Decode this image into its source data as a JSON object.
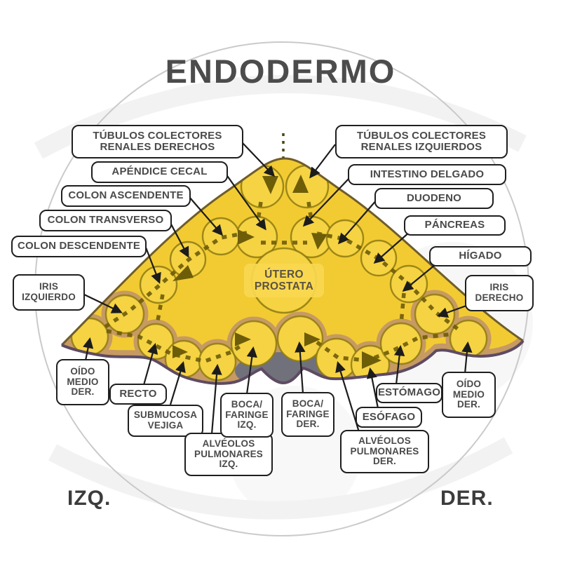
{
  "title": "ENDODERMO",
  "center": {
    "label": "ÚTERO\nPROSTATA"
  },
  "footer": {
    "left": "IZQ.",
    "right": "DER."
  },
  "labels": {
    "tubulos_derechos": "TÚBULOS COLECTORES\nRENALES DERECHOS",
    "apendice_cecal": "APÉNDICE CECAL",
    "colon_ascendente": "COLON ASCENDENTE",
    "colon_transverso": "COLON TRANSVERSO",
    "colon_descendente": "COLON DESCENDENTE",
    "iris_izquierdo": "IRIS\nIZQUIERDO",
    "oido_medio_left": "OÍDO\nMEDIO\nDER.",
    "recto": "RECTO",
    "submucosa_vejiga": "SUBMUCOSA\nVEJIGA",
    "alveolos_pulmonares_izq": "ALVÉOLOS\nPULMONARES\nIZQ.",
    "boca_faringe_izq": "BOCA/\nFARINGE\nIZQ.",
    "boca_faringe_der": "BOCA/\nFARINGE\nDER.",
    "alveolos_pulmonares_der": "ALVÉOLOS\nPULMONARES\nDER.",
    "esofago": "ESÓFAGO",
    "estomago": "ESTÓMAGO",
    "oido_medio_right": "OÍDO\nMEDIO\nDER.",
    "tubulos_izquierdos": "TÚBULOS COLECTORES\nRENALES IZQUIERDOS",
    "intestino_delgado": "INTESTINO DELGADO",
    "duodeno": "DUODENO",
    "pancreas": "PÁNCREAS",
    "higado": "HÍGADO",
    "iris_derecho": "IRIS\nDERECHO"
  },
  "colors": {
    "shape_yellow": "#F2CB33",
    "circle_yellow": "#F5D343",
    "circle_stroke": "#8E7A10",
    "flow_dash": "#6E5D08",
    "outline_top": "#6F5D2A",
    "outline_bottom": "#5E4B62",
    "tan_band": "#C69A62",
    "medulla_shadow": "#71717C",
    "label_text": "#4A4A4A",
    "watermark_gray": "#CACACA"
  }
}
